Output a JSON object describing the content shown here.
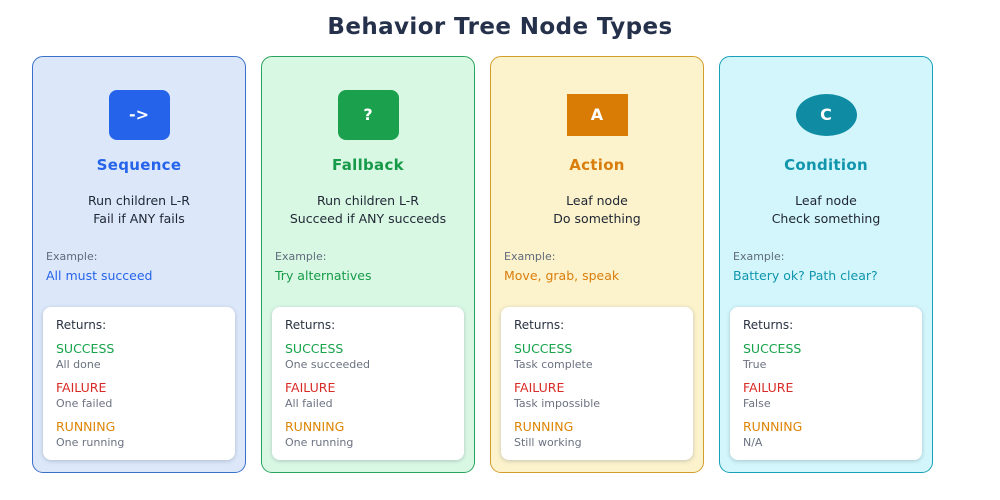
{
  "page": {
    "title": "Behavior Tree Node Types"
  },
  "status_colors": {
    "SUCCESS": "#16a34a",
    "FAILURE": "#d92b26",
    "RUNNING": "#dd8606"
  },
  "cards": [
    {
      "id": "sequence",
      "badge_symbol": "->",
      "badge_shape": "rounded-square",
      "title": "Sequence",
      "desc_line1": "Run children L-R",
      "desc_line2": "Fail if ANY fails",
      "example_label": "Example:",
      "example_value": "All must succeed",
      "returns_label": "Returns:",
      "returns": [
        {
          "status": "SUCCESS",
          "desc": "All done"
        },
        {
          "status": "FAILURE",
          "desc": "One failed"
        },
        {
          "status": "RUNNING",
          "desc": "One running"
        }
      ],
      "colors": {
        "card_bg": "#dce8fa",
        "card_border": "#3b70c9",
        "badge_bg": "#2563eb",
        "accent": "#2563eb"
      }
    },
    {
      "id": "fallback",
      "badge_symbol": "?",
      "badge_shape": "rounded-square",
      "title": "Fallback",
      "desc_line1": "Run children L-R",
      "desc_line2": "Succeed if ANY succeeds",
      "example_label": "Example:",
      "example_value": "Try alternatives",
      "returns_label": "Returns:",
      "returns": [
        {
          "status": "SUCCESS",
          "desc": "One succeeded"
        },
        {
          "status": "FAILURE",
          "desc": "All failed"
        },
        {
          "status": "RUNNING",
          "desc": "One running"
        }
      ],
      "colors": {
        "card_bg": "#d9f8e4",
        "card_border": "#2aa45c",
        "badge_bg": "#1ba14d",
        "accent": "#169a49"
      }
    },
    {
      "id": "action",
      "badge_symbol": "A",
      "badge_shape": "rectangle",
      "title": "Action",
      "desc_line1": "Leaf node",
      "desc_line2": "Do something",
      "example_label": "Example:",
      "example_value": "Move, grab, speak",
      "returns_label": "Returns:",
      "returns": [
        {
          "status": "SUCCESS",
          "desc": "Task complete"
        },
        {
          "status": "FAILURE",
          "desc": "Task impossible"
        },
        {
          "status": "RUNNING",
          "desc": "Still working"
        }
      ],
      "colors": {
        "card_bg": "#fcf2cb",
        "card_border": "#d39d2b",
        "badge_bg": "#d97c06",
        "accent": "#d97e0d"
      }
    },
    {
      "id": "condition",
      "badge_symbol": "C",
      "badge_shape": "ellipse",
      "title": "Condition",
      "desc_line1": "Leaf node",
      "desc_line2": "Check something",
      "example_label": "Example:",
      "example_value": "Battery ok? Path clear?",
      "returns_label": "Returns:",
      "returns": [
        {
          "status": "SUCCESS",
          "desc": "True"
        },
        {
          "status": "FAILURE",
          "desc": "False"
        },
        {
          "status": "RUNNING",
          "desc": "N/A"
        }
      ],
      "colors": {
        "card_bg": "#d2f6fb",
        "card_border": "#17a0b6",
        "badge_bg": "#0f8ca4",
        "accent": "#1095ad"
      }
    }
  ]
}
